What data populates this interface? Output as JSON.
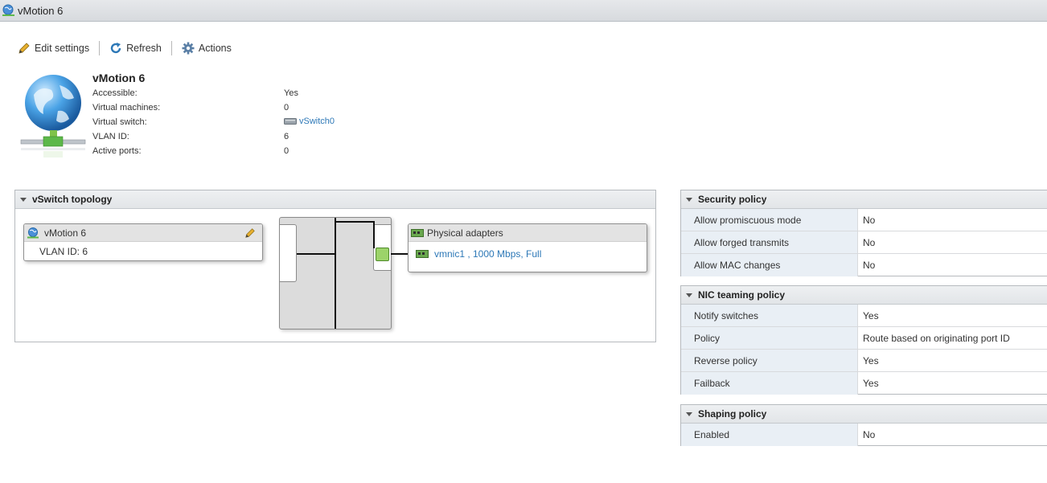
{
  "window": {
    "title": "vMotion 6"
  },
  "toolbar": {
    "edit_label": "Edit settings",
    "refresh_label": "Refresh",
    "actions_label": "Actions"
  },
  "info": {
    "title": "vMotion 6",
    "rows": [
      {
        "label": "Accessible:",
        "value": "Yes"
      },
      {
        "label": "Virtual machines:",
        "value": "0"
      },
      {
        "label": "Virtual switch:",
        "value": "vSwitch0"
      },
      {
        "label": "VLAN ID:",
        "value": "6"
      },
      {
        "label": "Active ports:",
        "value": "0"
      }
    ]
  },
  "topology": {
    "title": "vSwitch topology",
    "portgroup": {
      "name": "vMotion 6",
      "vlan": "VLAN ID: 6"
    },
    "adapters": {
      "title": "Physical adapters",
      "items": [
        "vmnic1 , 1000 Mbps, Full"
      ]
    }
  },
  "security": {
    "title": "Security policy",
    "rows": [
      {
        "key": "Allow promiscuous mode",
        "value": "No"
      },
      {
        "key": "Allow forged transmits",
        "value": "No"
      },
      {
        "key": "Allow MAC changes",
        "value": "No"
      }
    ]
  },
  "nic": {
    "title": "NIC teaming policy",
    "rows": [
      {
        "key": "Notify switches",
        "value": "Yes"
      },
      {
        "key": "Policy",
        "value": "Route based on originating port ID"
      },
      {
        "key": "Reverse policy",
        "value": "Yes"
      },
      {
        "key": "Failback",
        "value": "Yes"
      }
    ]
  },
  "shaping": {
    "title": "Shaping policy",
    "rows": [
      {
        "key": "Enabled",
        "value": "No"
      }
    ]
  },
  "colors": {
    "link": "#2d78b7",
    "row_key_bg": "#e9eff5",
    "nic_green": "#9cd36a"
  }
}
